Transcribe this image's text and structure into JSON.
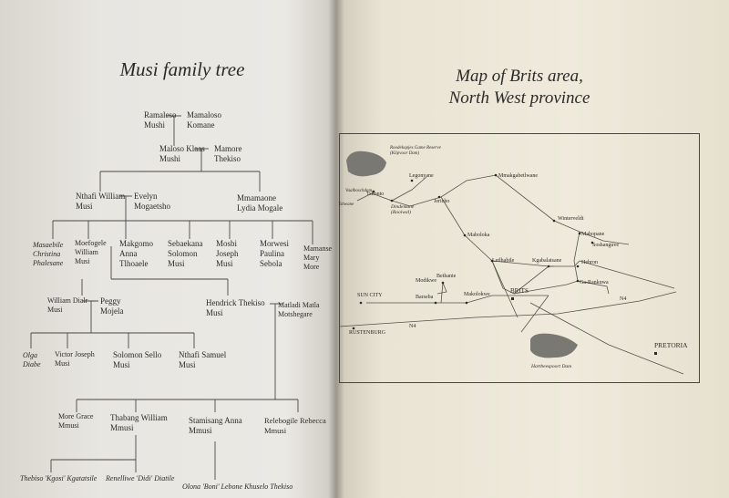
{
  "family_tree": {
    "title": "Musi family tree",
    "gen1": [
      {
        "lines": [
          "Ramaleso",
          "Mushi"
        ]
      },
      {
        "lines": [
          "Mamaloso",
          "Komane"
        ]
      }
    ],
    "gen2": [
      {
        "lines": [
          "Maloso Klaas",
          "Mushi"
        ]
      },
      {
        "lines": [
          "Mamore",
          "Thekiso"
        ]
      }
    ],
    "gen3": [
      {
        "lines": [
          "Nthafi William",
          "Musi"
        ]
      },
      {
        "lines": [
          "Evelyn",
          "Mogaetsho"
        ]
      },
      {
        "lines": [
          "Mmamaone",
          "Lydia Mogale"
        ]
      }
    ],
    "gen4": [
      {
        "lines": [
          "Masaebile",
          "Christina",
          "Phalesane"
        ]
      },
      {
        "lines": [
          "Moefogele",
          "William",
          "Musi"
        ]
      },
      {
        "lines": [
          "Makgomo",
          "Anna",
          "Tlhoaele"
        ]
      },
      {
        "lines": [
          "Sebaekana",
          "Solomon",
          "Musi"
        ]
      },
      {
        "lines": [
          "Mosbi",
          "Joseph",
          "Musi"
        ]
      },
      {
        "lines": [
          "Morwesi",
          "Paulina",
          "Sebola"
        ]
      },
      {
        "lines": [
          "Mamanse",
          "Mary",
          "More"
        ]
      }
    ],
    "gen5": [
      {
        "lines": [
          "William Dialr",
          "Musi"
        ]
      },
      {
        "lines": [
          "Peggy",
          "Mojela"
        ]
      },
      {
        "lines": [
          "Hendrick Thekiso",
          "Musi"
        ]
      },
      {
        "lines": [
          "Matladi Matla",
          "Motshegare"
        ]
      }
    ],
    "gen6": [
      {
        "lines": [
          "Olga",
          "Diabe"
        ]
      },
      {
        "lines": [
          "Victor Joseph",
          "Musi"
        ]
      },
      {
        "lines": [
          "Solomon Sello",
          "Musi"
        ]
      },
      {
        "lines": [
          "Nthafi Samuel",
          "Musi"
        ]
      }
    ],
    "gen7": [
      {
        "lines": [
          "More Grace",
          "Mmusi"
        ]
      },
      {
        "lines": [
          "Thabang William",
          "Mmusi"
        ]
      },
      {
        "lines": [
          "Stamisang Anna",
          "Mmusi"
        ]
      },
      {
        "lines": [
          "Relebogile Rebecca",
          "Mmusi"
        ]
      }
    ],
    "gen8": [
      {
        "lines": [
          "Thebiso 'Kgosi' Kgatatsile"
        ]
      },
      {
        "lines": [
          "Renelliwe 'Didi' Diatile"
        ]
      },
      {
        "lines": [
          "Olona 'Boni' Lebone Khuselo Thekiso"
        ]
      }
    ]
  },
  "map": {
    "title_line1": "Map of Brits area,",
    "title_line2": "North West province",
    "labels": {
      "roodekopjes_dam": "Roodekopjes Game Reserve\n(Klipvoor Dam)",
      "vaalboschdam": "Vaalboschdam",
      "tshonto": "Tshonto",
      "tshwane": "Tshwane",
      "legonyane": "Legonyane",
      "jericho": "Jericho",
      "mmakgabetlwane": "Mmakgabetlwane",
      "dindemane": "Dindemane\n(Rooiwal)",
      "winterveldt": "Winterveldt",
      "maboloka": "Maboloka",
      "mabopane": "Mabopane",
      "soshanguve": "Soshanguve",
      "letlhabile": "Letlhabile",
      "kgabalatsane": "Kgabalatsane",
      "hebron": "Hebron",
      "modikwe": "Modikwe",
      "bethanie": "Bethanie",
      "ga_rankuwa": "Ga-Rankuwa",
      "sun_city": "SUN CITY",
      "brits": "BRITS",
      "bapong": "Barseba",
      "makolokwe": "Makolokwe",
      "n4_east": "N4",
      "n4_west": "N4",
      "rustenburg": "RUSTENBURG",
      "pretoria": "PRETORIA",
      "hartbeespoort_dam": "Hartbeespoort Dam"
    }
  }
}
